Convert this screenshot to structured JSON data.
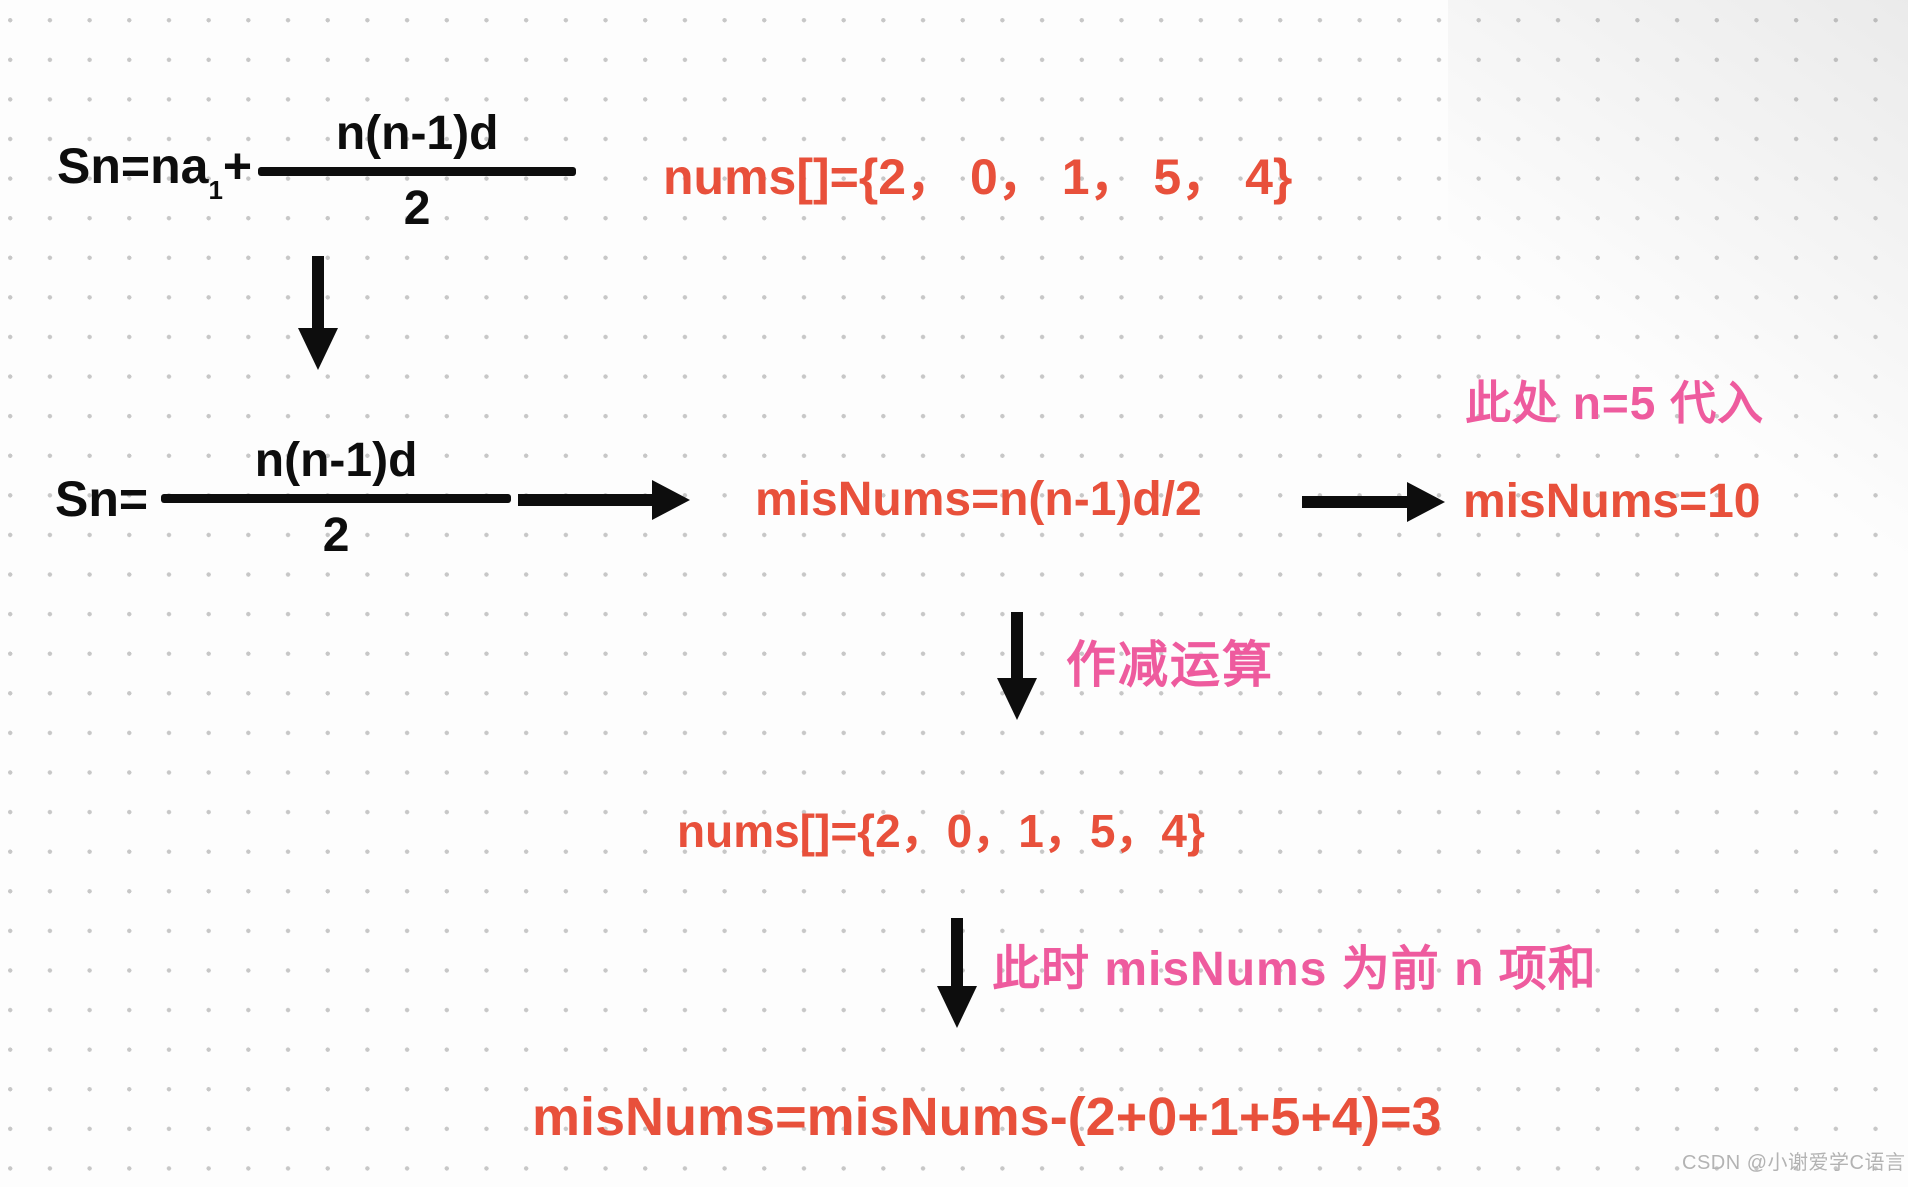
{
  "colors": {
    "black": "#0d0d0d",
    "red": "#e8503b",
    "pink": "#ee5b9e",
    "watermark": "#b3b3b3"
  },
  "top_formula": {
    "prefix": "Sn=na",
    "subscript": "1",
    "plus": "+",
    "numerator": "n(n-1)d",
    "denominator": "2"
  },
  "top_nums": "nums[]={2， 0， 1， 5， 4}",
  "mid_formula": {
    "prefix": "Sn=",
    "numerator": "n(n-1)d",
    "denominator": "2"
  },
  "mis_nums_formula": "misNums=n(n-1)d/2",
  "note_substitute": "此处 n=5 代入",
  "mis_nums_value": "misNums=10",
  "note_subtract": "作减运算",
  "mid_nums": "nums[]={2，0，1，5，4}",
  "note_prefix_sum": "此时 misNums 为前 n 项和",
  "final_formula": "misNums=misNums-(2+0+1+5+4)=3",
  "watermark": "CSDN @小谢爱学C语言"
}
